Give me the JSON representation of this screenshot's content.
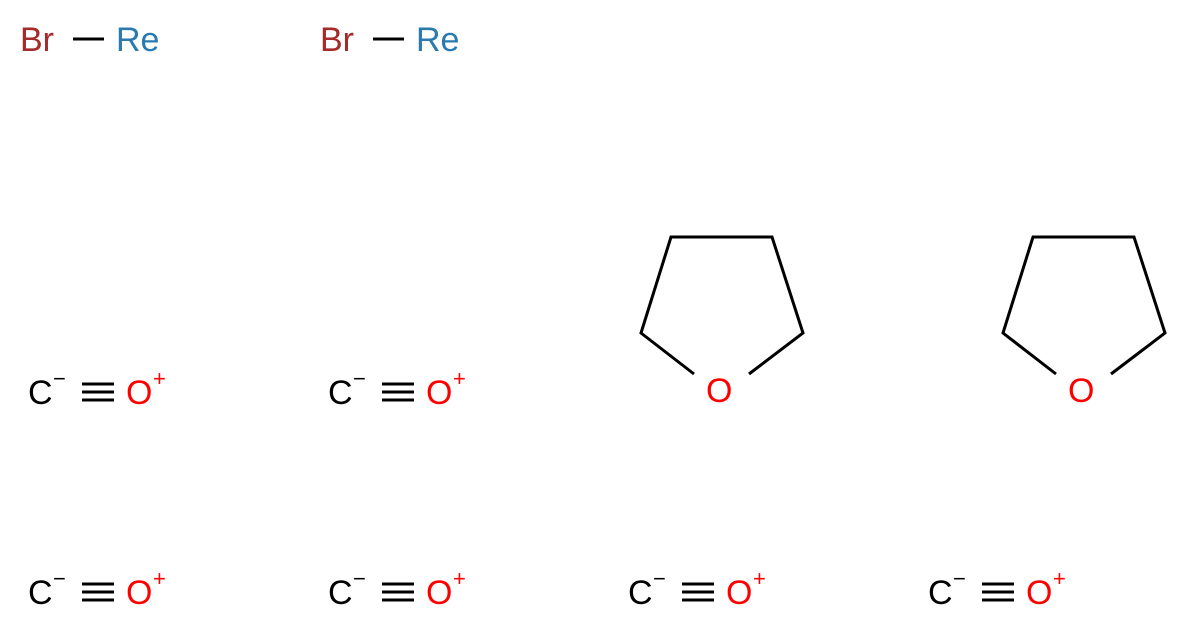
{
  "colors": {
    "bromine": "#a52a2a",
    "rhenium": "#2a7ab0",
    "oxygen": "#ff0000",
    "carbon": "#000000",
    "bond": "#000000",
    "background": "#ffffff"
  },
  "rebr": [
    {
      "br": "Br",
      "re": "Re"
    },
    {
      "br": "Br",
      "re": "Re"
    }
  ],
  "carbonyls": [
    {
      "c": "C",
      "c_charge": "−",
      "o": "O",
      "o_charge": "+"
    },
    {
      "c": "C",
      "c_charge": "−",
      "o": "O",
      "o_charge": "+"
    },
    {
      "c": "C",
      "c_charge": "−",
      "o": "O",
      "o_charge": "+"
    },
    {
      "c": "C",
      "c_charge": "−",
      "o": "O",
      "o_charge": "+"
    },
    {
      "c": "C",
      "c_charge": "−",
      "o": "O",
      "o_charge": "+"
    },
    {
      "c": "C",
      "c_charge": "−",
      "o": "O",
      "o_charge": "+"
    }
  ],
  "thf": [
    {
      "o": "O"
    },
    {
      "o": "O"
    }
  ]
}
